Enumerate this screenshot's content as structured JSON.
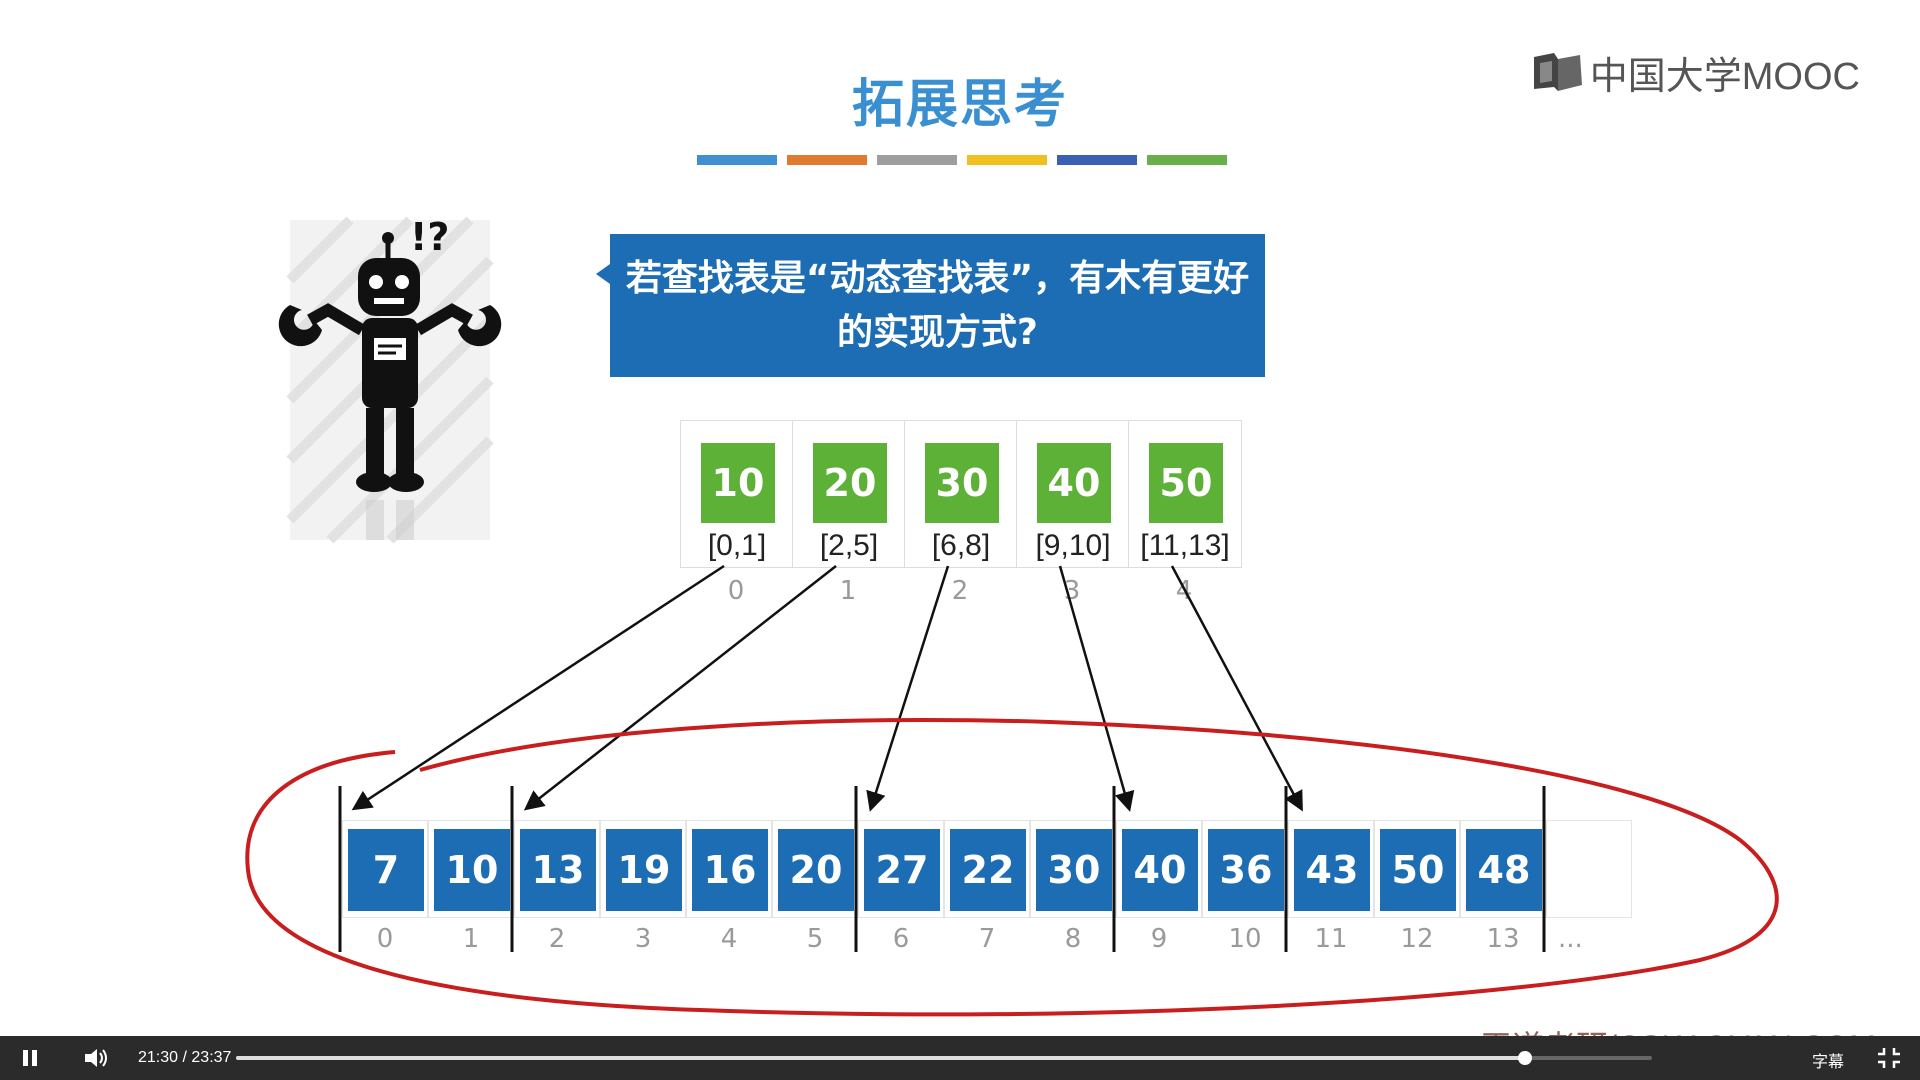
{
  "slide": {
    "title": "拓展思考",
    "brand": "中国大学MOOC",
    "bar_colors": [
      "#3f8fd1",
      "#e07a2e",
      "#9e9e9e",
      "#f0c020",
      "#3a5fb5",
      "#6ab04a"
    ],
    "question": "若查找表是“动态查找表”，有木有更好的实现方式?",
    "index_table": [
      {
        "key": "10",
        "range": "[0,1]",
        "pos": "0"
      },
      {
        "key": "20",
        "range": "[2,5]",
        "pos": "1"
      },
      {
        "key": "30",
        "range": "[6,8]",
        "pos": "2"
      },
      {
        "key": "40",
        "range": "[9,10]",
        "pos": "3"
      },
      {
        "key": "50",
        "range": "[11,13]",
        "pos": "4"
      }
    ],
    "array": [
      {
        "key": "7",
        "pos": "0"
      },
      {
        "key": "10",
        "pos": "1"
      },
      {
        "key": "13",
        "pos": "2"
      },
      {
        "key": "19",
        "pos": "3"
      },
      {
        "key": "16",
        "pos": "4"
      },
      {
        "key": "20",
        "pos": "5"
      },
      {
        "key": "27",
        "pos": "6"
      },
      {
        "key": "22",
        "pos": "7"
      },
      {
        "key": "30",
        "pos": "8"
      },
      {
        "key": "40",
        "pos": "9"
      },
      {
        "key": "36",
        "pos": "10"
      },
      {
        "key": "43",
        "pos": "11"
      },
      {
        "key": "50",
        "pos": "12"
      },
      {
        "key": "48",
        "pos": "13"
      },
      {
        "key": "",
        "pos": ""
      }
    ],
    "array_more": "...",
    "watermark": "王道考研/CSKAOYAN.COM",
    "accent_green": "#5cb136",
    "accent_blue": "#1c6db3",
    "ink_red": "#c81e1e"
  },
  "player": {
    "current_time": "21:30",
    "separator": "/",
    "duration": "23:37",
    "progress": 0.91,
    "subtitle_label": "字幕"
  }
}
